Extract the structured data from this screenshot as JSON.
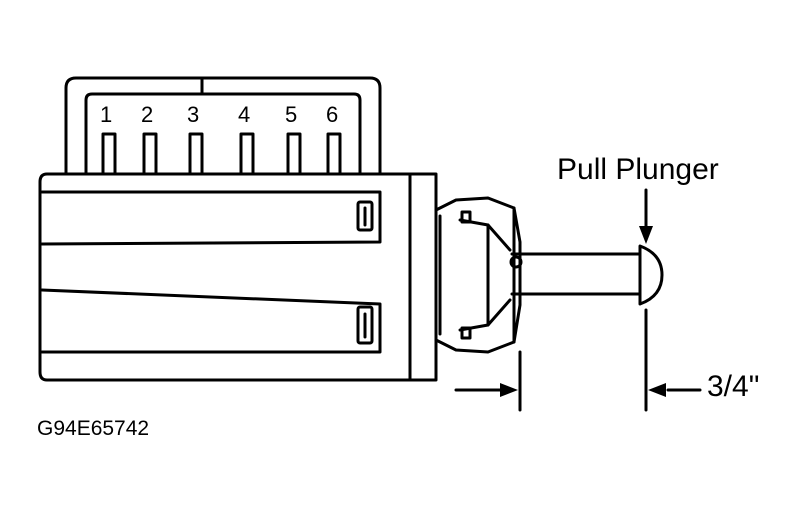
{
  "pins": [
    "1",
    "2",
    "3",
    "4",
    "5",
    "6"
  ],
  "callout_label": "Pull Plunger",
  "measurement_label": "3/4\"",
  "figure_code": "G94E65742",
  "colors": {
    "line": "#000000",
    "background": "#ffffff"
  }
}
